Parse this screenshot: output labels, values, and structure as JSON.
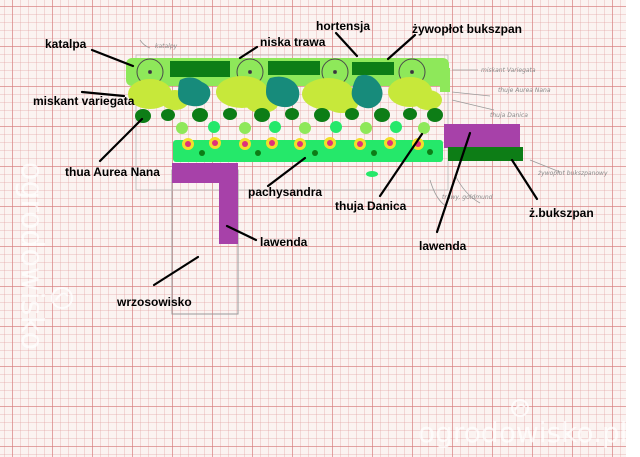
{
  "labels": {
    "katalpa": "katalpa",
    "niska_trawa": "niska trawa",
    "hortensja": "hortensja",
    "zywoplot": "żywopłot bukszpan",
    "miskant": "miskant variegata",
    "thua_aurea": "thua Aurea Nana",
    "pachysandra": "pachysandra",
    "thuja_danica": "thuja Danica",
    "z_bukszpan": "ż.bukszpan",
    "lawenda_left": "lawenda",
    "lawenda_right": "lawenda",
    "wrzosowisko": "wrzosowisko"
  },
  "pencil_notes": {
    "katalpy": "katalpy",
    "miskant": "miskant Variegata",
    "thuje_aurea": "thuje Aurea Nana",
    "thuja_danica": "thuja Danica",
    "zywoplot": "żywopłot bukszpanowy",
    "trawy": "trawy, goldmund"
  },
  "watermark": {
    "vertical": "ogrodowisko",
    "bottom": "ogrodowisko.pl"
  },
  "colors": {
    "light_green": "#8ee85a",
    "dark_green": "#0d7d16",
    "teal": "#178b7b",
    "yellow_green": "#c7e83a",
    "bright_green": "#25e86a",
    "purple": "#a741a9",
    "pink": "#e0307a",
    "yellow": "#f1e02a",
    "paper": "#fbf3f1",
    "gridline": "#d67878"
  }
}
